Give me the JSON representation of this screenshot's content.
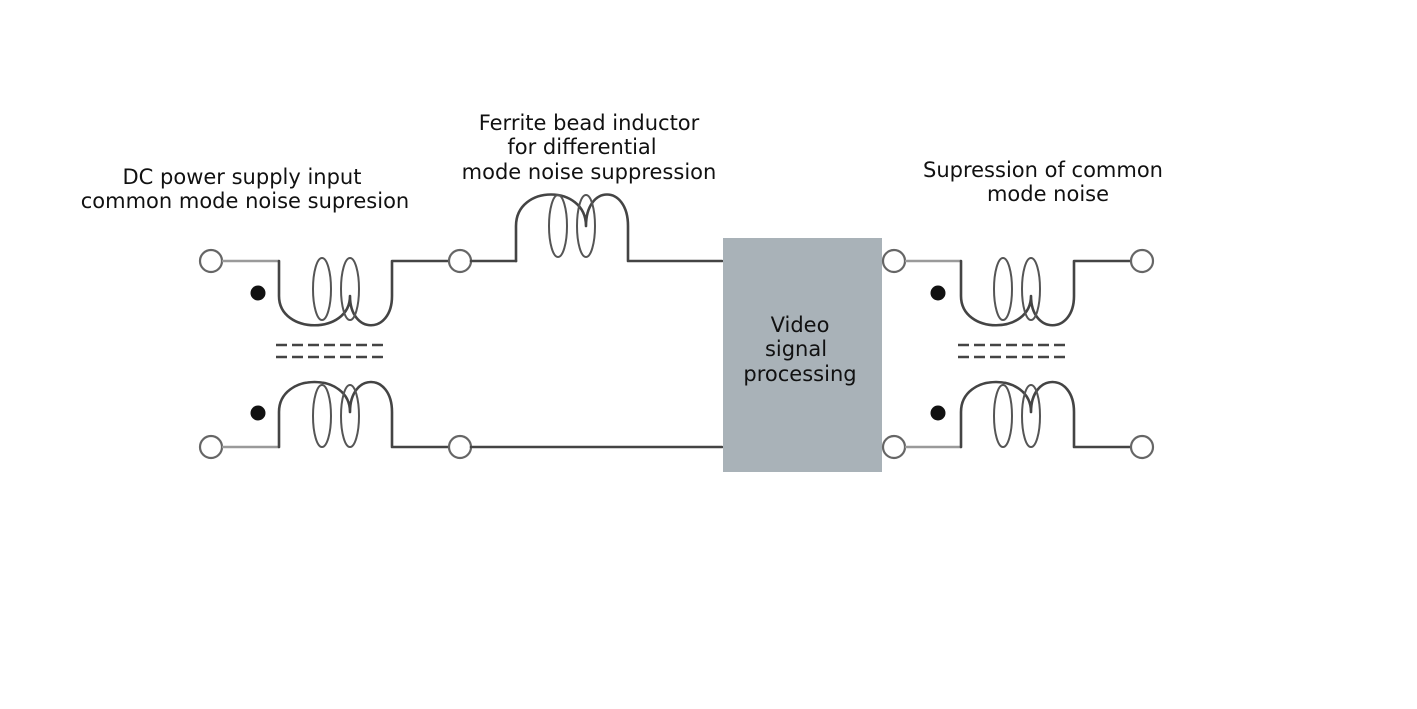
{
  "labels": {
    "dc_input": [
      "DC power supply input",
      "common mode noise supresion"
    ],
    "ferrite": [
      "Ferrite bead inductor",
      "for differential",
      "mode noise suppression"
    ],
    "common_mode": [
      "Supression of common",
      "mode noise"
    ],
    "video_block": [
      "Video",
      "signal",
      "processing"
    ]
  },
  "colors": {
    "block_fill": "#a9b2b8",
    "wire": "#444444",
    "background": "#ffffff"
  }
}
